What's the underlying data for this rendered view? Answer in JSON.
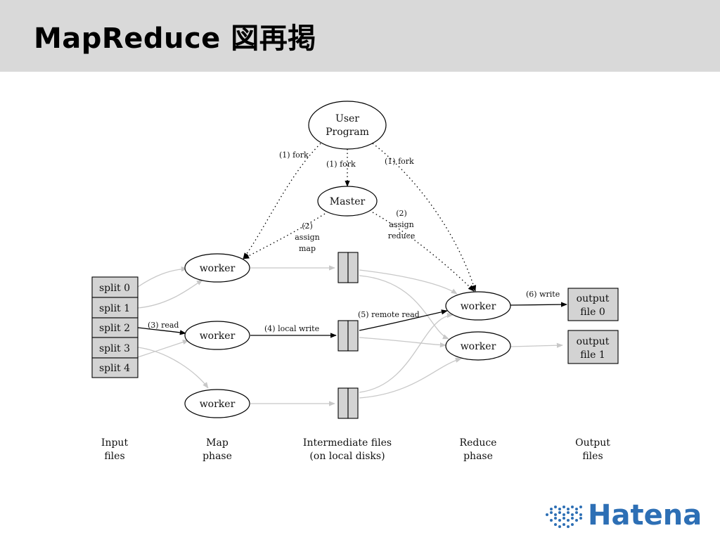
{
  "slide": {
    "title": "MapReduce 図再掲"
  },
  "diagram": {
    "user_program": [
      "User",
      "Program"
    ],
    "master": "Master",
    "worker": "worker",
    "splits": [
      "split 0",
      "split 1",
      "split 2",
      "split 3",
      "split 4"
    ],
    "outputs": [
      [
        "output",
        "file 0"
      ],
      [
        "output",
        "file 1"
      ]
    ],
    "edges": {
      "fork": "(1) fork",
      "assign_num": "(2)",
      "assign": "assign",
      "map": "map",
      "reduce": "reduce",
      "read": "(3) read",
      "local_write": "(4) local write",
      "remote_read": "(5) remote read",
      "write": "(6) write"
    },
    "captions": {
      "input": [
        "Input",
        "files"
      ],
      "map": [
        "Map",
        "phase"
      ],
      "intermediate": [
        "Intermediate files",
        "(on local disks)"
      ],
      "reduce": [
        "Reduce",
        "phase"
      ],
      "output": [
        "Output",
        "files"
      ]
    }
  },
  "logo": {
    "text": "Hatena",
    "color": "#2d6fb5"
  }
}
